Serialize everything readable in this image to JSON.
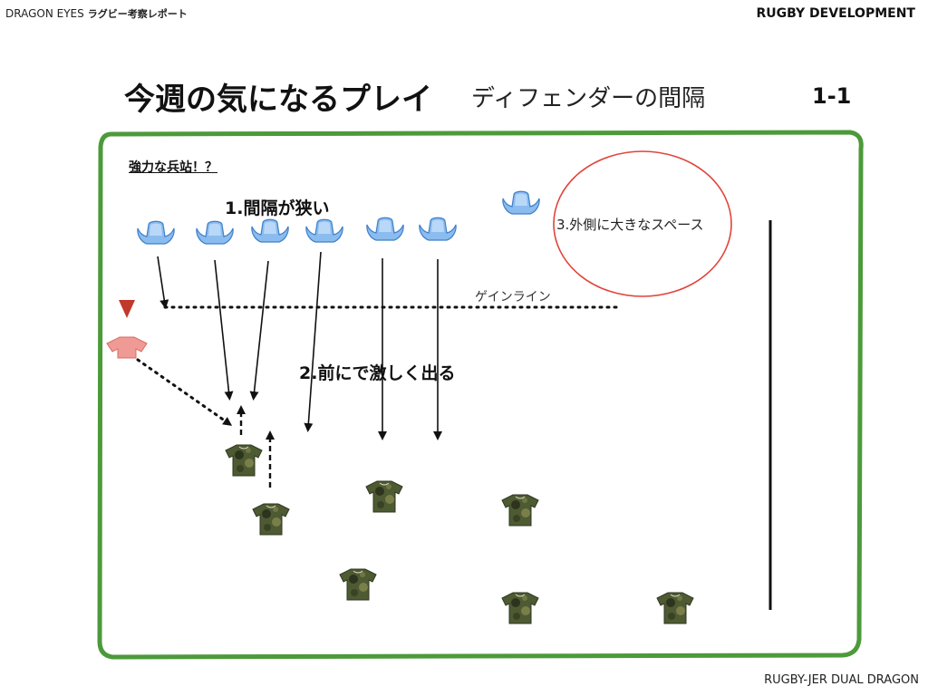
{
  "header": {
    "left_brand": "DRAGON EYES",
    "left_sub": "ラグビー考察レポート",
    "right": "RUGBY DEVELOPMENT"
  },
  "footer": {
    "text": "RUGBY-JER DUAL DRAGON"
  },
  "slide": {
    "title": "今週の気になるプレイ",
    "subtitle": "ディフェンダーの間隔",
    "number": "1-1"
  },
  "diagram": {
    "heading": "強力な兵站！？",
    "label_gap_narrow": "1.間隔が狭い",
    "label_rush_forward": "2.前にで激しく出る",
    "label_outside_space": "3.外側に大きなスペース",
    "label_gain_line": "ゲインライン"
  },
  "colors": {
    "frame_green": "#4c9a3a",
    "defender_blue": "#7fb0ea",
    "attacker_pink": "#e88a86",
    "marker_red": "#c0392b",
    "circle_red": "#e0443a",
    "camo": "#4e5a32"
  },
  "icons": {
    "defender": "blue-helmet-icon",
    "attacker": "camo-shirt-icon",
    "ball_carrier": "pink-shirt-icon",
    "marker": "red-triangle-icon"
  }
}
